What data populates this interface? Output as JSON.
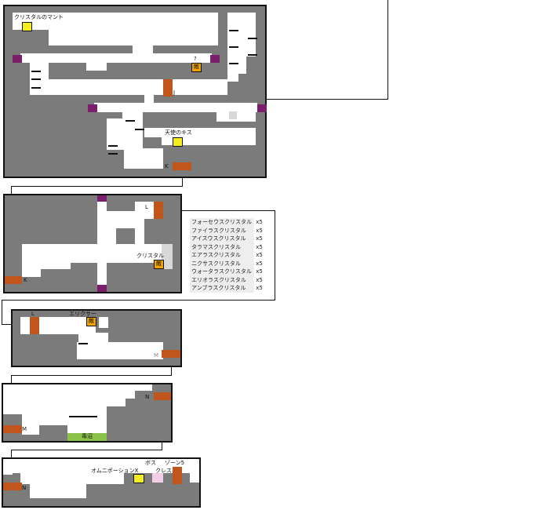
{
  "labels": {
    "crystal_mantle": "クリスタルのマント",
    "question": "?",
    "enemy": "敵",
    "j": "J",
    "angel_kiss": "天使のキス",
    "k": "K",
    "l": "L",
    "crystal": "クリスタル",
    "elixir": "エリクサー",
    "m": "M",
    "n": "N",
    "poison_swamp": "毒沼",
    "boss": "ボス",
    "zone": "ゾーン5",
    "cress": "クレス",
    "omni_potion": "オムニポーションX"
  },
  "legend": [
    {
      "name": "フォーセウスクリスタル",
      "qty": "x5"
    },
    {
      "name": "ファイラスクリスタル",
      "qty": "x5"
    },
    {
      "name": "アイスウスクリスタル",
      "qty": "x5"
    },
    {
      "name": "タラマスクリスタル",
      "qty": "x5"
    },
    {
      "name": "エアラスクリスタル",
      "qty": "x5"
    },
    {
      "name": "ニクサスクリスタル",
      "qty": "x5"
    },
    {
      "name": "ウォータラスクリスタル",
      "qty": "x5"
    },
    {
      "name": "エリオラスクリスタル",
      "qty": "x5"
    },
    {
      "name": "アンブラスクリスタル",
      "qty": "x5"
    }
  ],
  "colors": {
    "floor": "#ffffff",
    "wall": "#7b7b7b",
    "door": "#c0561b",
    "portal": "#7b1f6b",
    "chest": "#f3ec1e",
    "enemy": "#f2a500",
    "poison": "#8bc34a"
  }
}
